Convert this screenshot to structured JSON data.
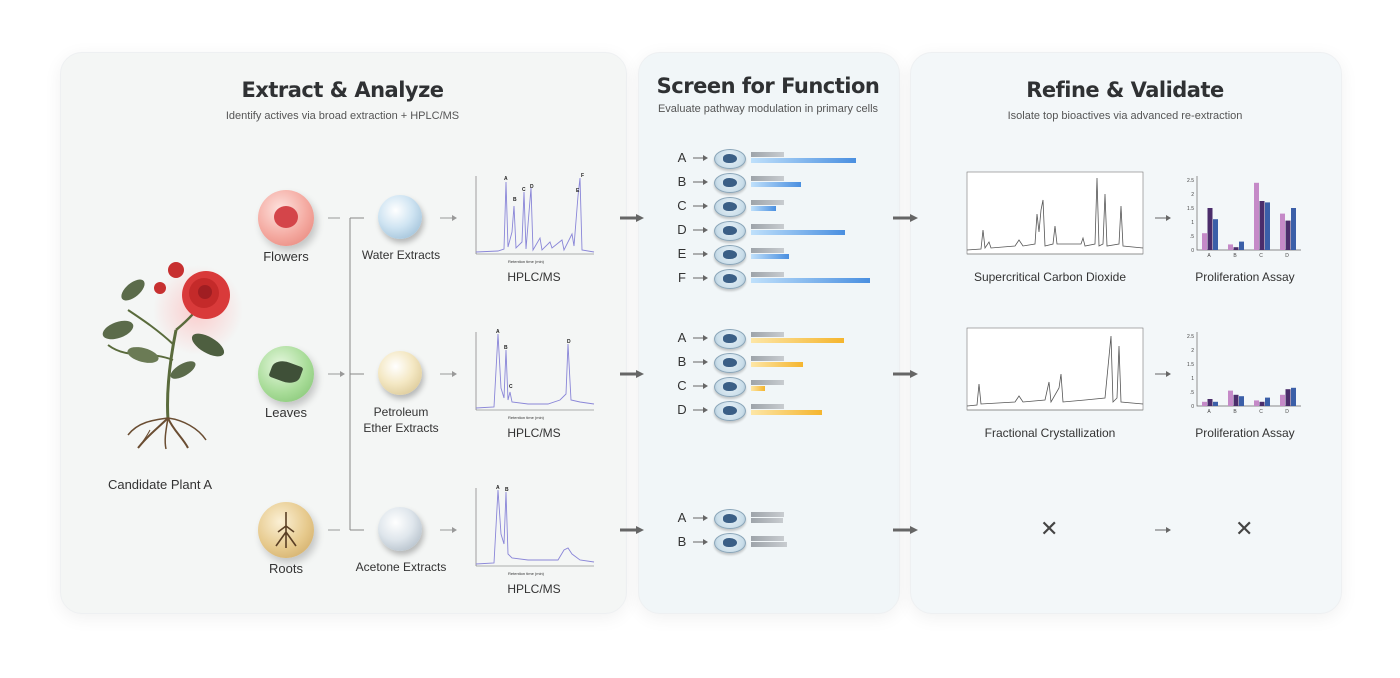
{
  "panels": {
    "extract": {
      "title": "Extract & Analyze",
      "subtitle": "Identify actives via broad extraction + HPLC/MS"
    },
    "screen": {
      "title": "Screen for Function",
      "subtitle": "Evaluate pathway modulation in primary cells"
    },
    "refine": {
      "title": "Refine & Validate",
      "subtitle": "Isolate top bioactives via advanced re-extraction"
    }
  },
  "plant": {
    "label": "Candidate Plant A"
  },
  "parts": [
    "Flowers",
    "Leaves",
    "Roots"
  ],
  "extracts": {
    "water": "Water Extracts",
    "petroleum_1": "Petroleum",
    "petroleum_2": "Ether Extracts",
    "acetone": "Acetone Extracts"
  },
  "hplc_label": "HPLC/MS",
  "chromatogram_axis": "Retention time (min)",
  "peaks": {
    "water": [
      "A",
      "B",
      "C",
      "D",
      "E",
      "F"
    ],
    "petroleum": [
      "A",
      "B",
      "C",
      "D"
    ],
    "acetone": [
      "A",
      "B"
    ]
  },
  "screen_rows": {
    "water": [
      "A",
      "B",
      "C",
      "D",
      "E",
      "F"
    ],
    "petroleum": [
      "A",
      "B",
      "C",
      "D"
    ],
    "acetone": [
      "A",
      "B"
    ]
  },
  "screen_activity": {
    "water": [
      0.85,
      0.4,
      0.2,
      0.76,
      0.31,
      0.96
    ],
    "petroleum": [
      0.75,
      0.42,
      0.11,
      0.57
    ],
    "acetone": [
      0.26,
      0.29
    ]
  },
  "refine": {
    "method_1": "Supercritical Carbon Dioxide",
    "method_2": "Fractional Crystallization",
    "assay_label": "Proliferation Assay"
  },
  "assay_categories": [
    "A",
    "B",
    "C",
    "D"
  ],
  "assay_ticks": [
    "0",
    ".5",
    "1",
    "1.5",
    "2",
    "2.5"
  ],
  "assay_1": [
    [
      0.6,
      1.5,
      1.1
    ],
    [
      0.2,
      0.1,
      0.3
    ],
    [
      2.4,
      1.75,
      1.7
    ],
    [
      1.3,
      1.05,
      1.5
    ]
  ],
  "assay_2": [
    [
      0.15,
      0.25,
      0.15
    ],
    [
      0.55,
      0.4,
      0.35
    ],
    [
      0.2,
      0.15,
      0.3
    ],
    [
      0.4,
      0.6,
      0.65
    ]
  ],
  "colors": {
    "blue_bar": "#4a8fe0",
    "yellow_bar": "#f5b52e",
    "assay_pink": "#c58ac8",
    "assay_purple": "#4b2d6b",
    "assay_blue": "#3b5fa8",
    "chromatogram": "#8a86d8"
  }
}
